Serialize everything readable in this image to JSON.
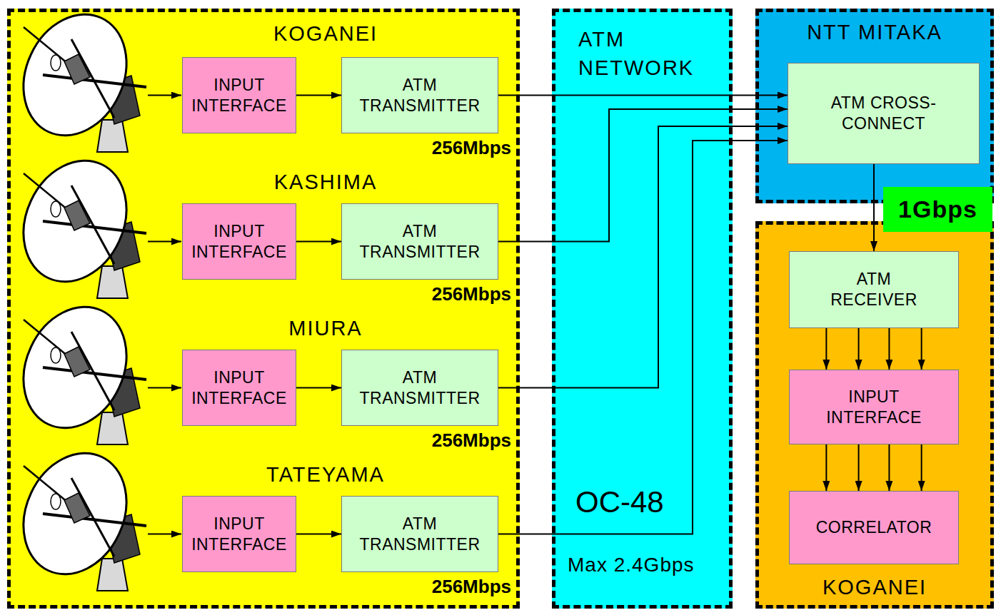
{
  "diagram": {
    "nodes": [
      {
        "text": [
          "KOGANEI",
          "256Mbps",
          "KASHIMA",
          "256Mbps",
          "MIURA",
          "256Mbps",
          "TATEYAMA",
          "256Mbps"
        ]
      },
      {
        "text": [
          "INPUT INTERFACE"
        ],
        "in": 0
      },
      {
        "text": [
          "ATM TRANSMITTER"
        ],
        "in": 0
      },
      {
        "text": [
          "INPUT INTERFACE"
        ],
        "in": 0
      },
      {
        "text": [
          "ATM TRANSMITTER"
        ],
        "in": 0
      },
      {
        "text": [
          "INPUT INTERFACE"
        ],
        "in": 0
      },
      {
        "text": [
          "ATM TRANSMITTER"
        ],
        "in": 0
      },
      {
        "text": [
          "INPUT INTERFACE"
        ],
        "in": 0
      },
      {
        "text": [
          "ATM TRANSMITTER"
        ],
        "in": 0
      },
      {
        "text": [
          "ATM NETWORK",
          "OC-48",
          "Max 2.4Gbps"
        ]
      },
      {
        "text": [
          "NTT MITAKA"
        ]
      },
      {
        "text": [
          "ATM CROSS-CONNECT"
        ],
        "in": 10
      },
      {
        "text": [
          "KOGANEI"
        ]
      },
      {
        "text": [
          "ATM RECEIVER"
        ],
        "in": 12
      },
      {
        "text": [
          "INPUT INTERFACE"
        ],
        "in": 12
      },
      {
        "text": [
          "CORRELATOR"
        ],
        "in": 12
      }
    ],
    "edges": [
      {
        "from": 1,
        "to": 2,
        "arrow": "to"
      },
      {
        "from": 3,
        "to": 4,
        "arrow": "to"
      },
      {
        "from": 5,
        "to": 6,
        "arrow": "to"
      },
      {
        "from": 7,
        "to": 8,
        "arrow": "to"
      },
      {
        "from": 2,
        "to": 11,
        "arrow": "to"
      },
      {
        "from": 4,
        "to": 11,
        "arrow": "to"
      },
      {
        "from": 6,
        "to": 11,
        "arrow": "to"
      },
      {
        "from": 8,
        "to": 11,
        "arrow": "to"
      },
      {
        "from": 11,
        "to": 13,
        "label": "1Gbps",
        "arrow": "to"
      },
      {
        "from": 13,
        "to": 14,
        "arrow": "to"
      },
      {
        "from": 13,
        "to": 14,
        "arrow": "to"
      },
      {
        "from": 13,
        "to": 14,
        "arrow": "to"
      },
      {
        "from": 13,
        "to": 14,
        "arrow": "to"
      },
      {
        "from": 14,
        "to": 15,
        "arrow": "to"
      },
      {
        "from": 14,
        "to": 15,
        "arrow": "to"
      },
      {
        "from": 14,
        "to": 15,
        "arrow": "to"
      },
      {
        "from": 14,
        "to": 15,
        "arrow": "to"
      }
    ]
  }
}
